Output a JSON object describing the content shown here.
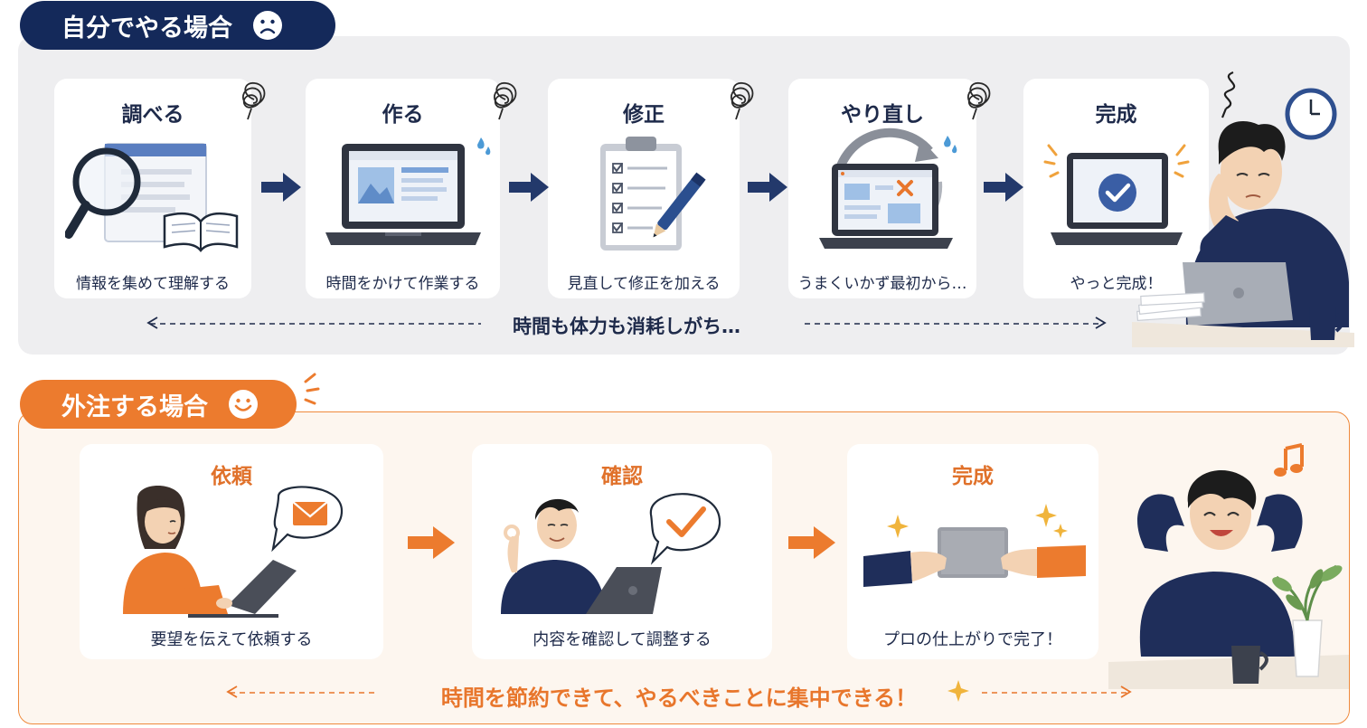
{
  "self": {
    "heading": "自分でやる場合",
    "face_icon": "sad-face-icon",
    "steps": [
      {
        "title": "調べる",
        "caption": "情報を集めて理解する",
        "icon": "magnifier-document-book-icon"
      },
      {
        "title": "作る",
        "caption": "時間をかけて作業する",
        "icon": "laptop-work-icon"
      },
      {
        "title": "修正",
        "caption": "見直して修正を加える",
        "icon": "clipboard-checklist-pen-icon"
      },
      {
        "title": "やり直し",
        "caption": "うまくいかず最初から…",
        "icon": "laptop-retry-icon"
      },
      {
        "title": "完成",
        "caption": "やっと完成！",
        "icon": "laptop-check-icon"
      }
    ],
    "flow_text": "時間も体力も消耗しがち…",
    "color": "#14295a"
  },
  "outsource": {
    "heading": "外注する場合",
    "face_icon": "smile-face-icon",
    "steps": [
      {
        "title": "依頼",
        "caption": "要望を伝えて依頼する",
        "icon": "woman-laptop-mail-icon"
      },
      {
        "title": "確認",
        "caption": "内容を確認して調整する",
        "icon": "man-ok-check-icon"
      },
      {
        "title": "完成",
        "caption": "プロの仕上がりで完了！",
        "icon": "handover-sparkle-icon"
      }
    ],
    "flow_text": "時間を節約できて、やるべきことに集中できる！",
    "color": "#ec7b2e"
  }
}
